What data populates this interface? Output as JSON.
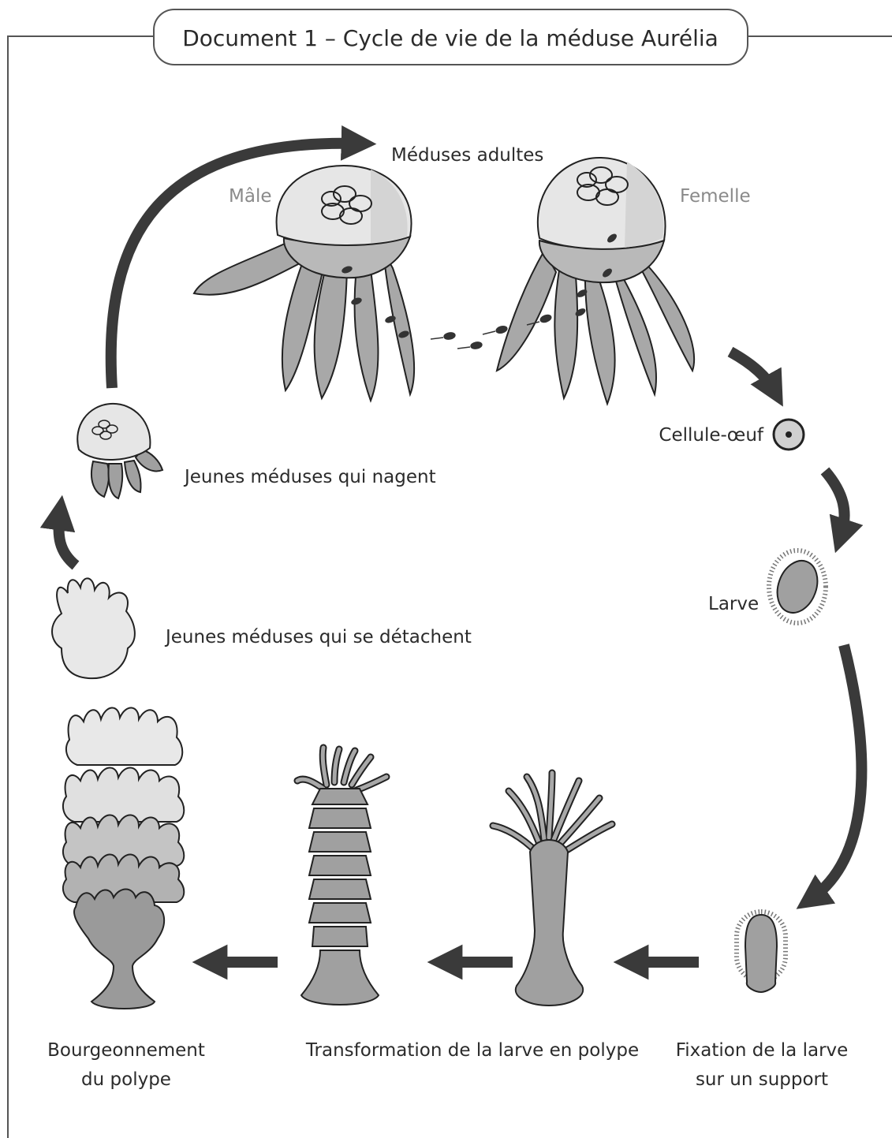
{
  "title": "Document 1 – Cycle de vie de la méduse Aurélia",
  "labels": {
    "adults": "Méduses adultes",
    "male": "Mâle",
    "female": "Femelle",
    "egg": "Cellule-œuf",
    "larva": "Larve",
    "young_swimming": "Jeunes méduses qui nagent",
    "young_detaching": "Jeunes méduses qui se détachent",
    "budding_1": "Bourgeonnement",
    "budding_2": "du polype",
    "transformation": "Transformation de la larve en polype",
    "fixation_1": "Fixation de la larve",
    "fixation_2": "sur un support"
  }
}
